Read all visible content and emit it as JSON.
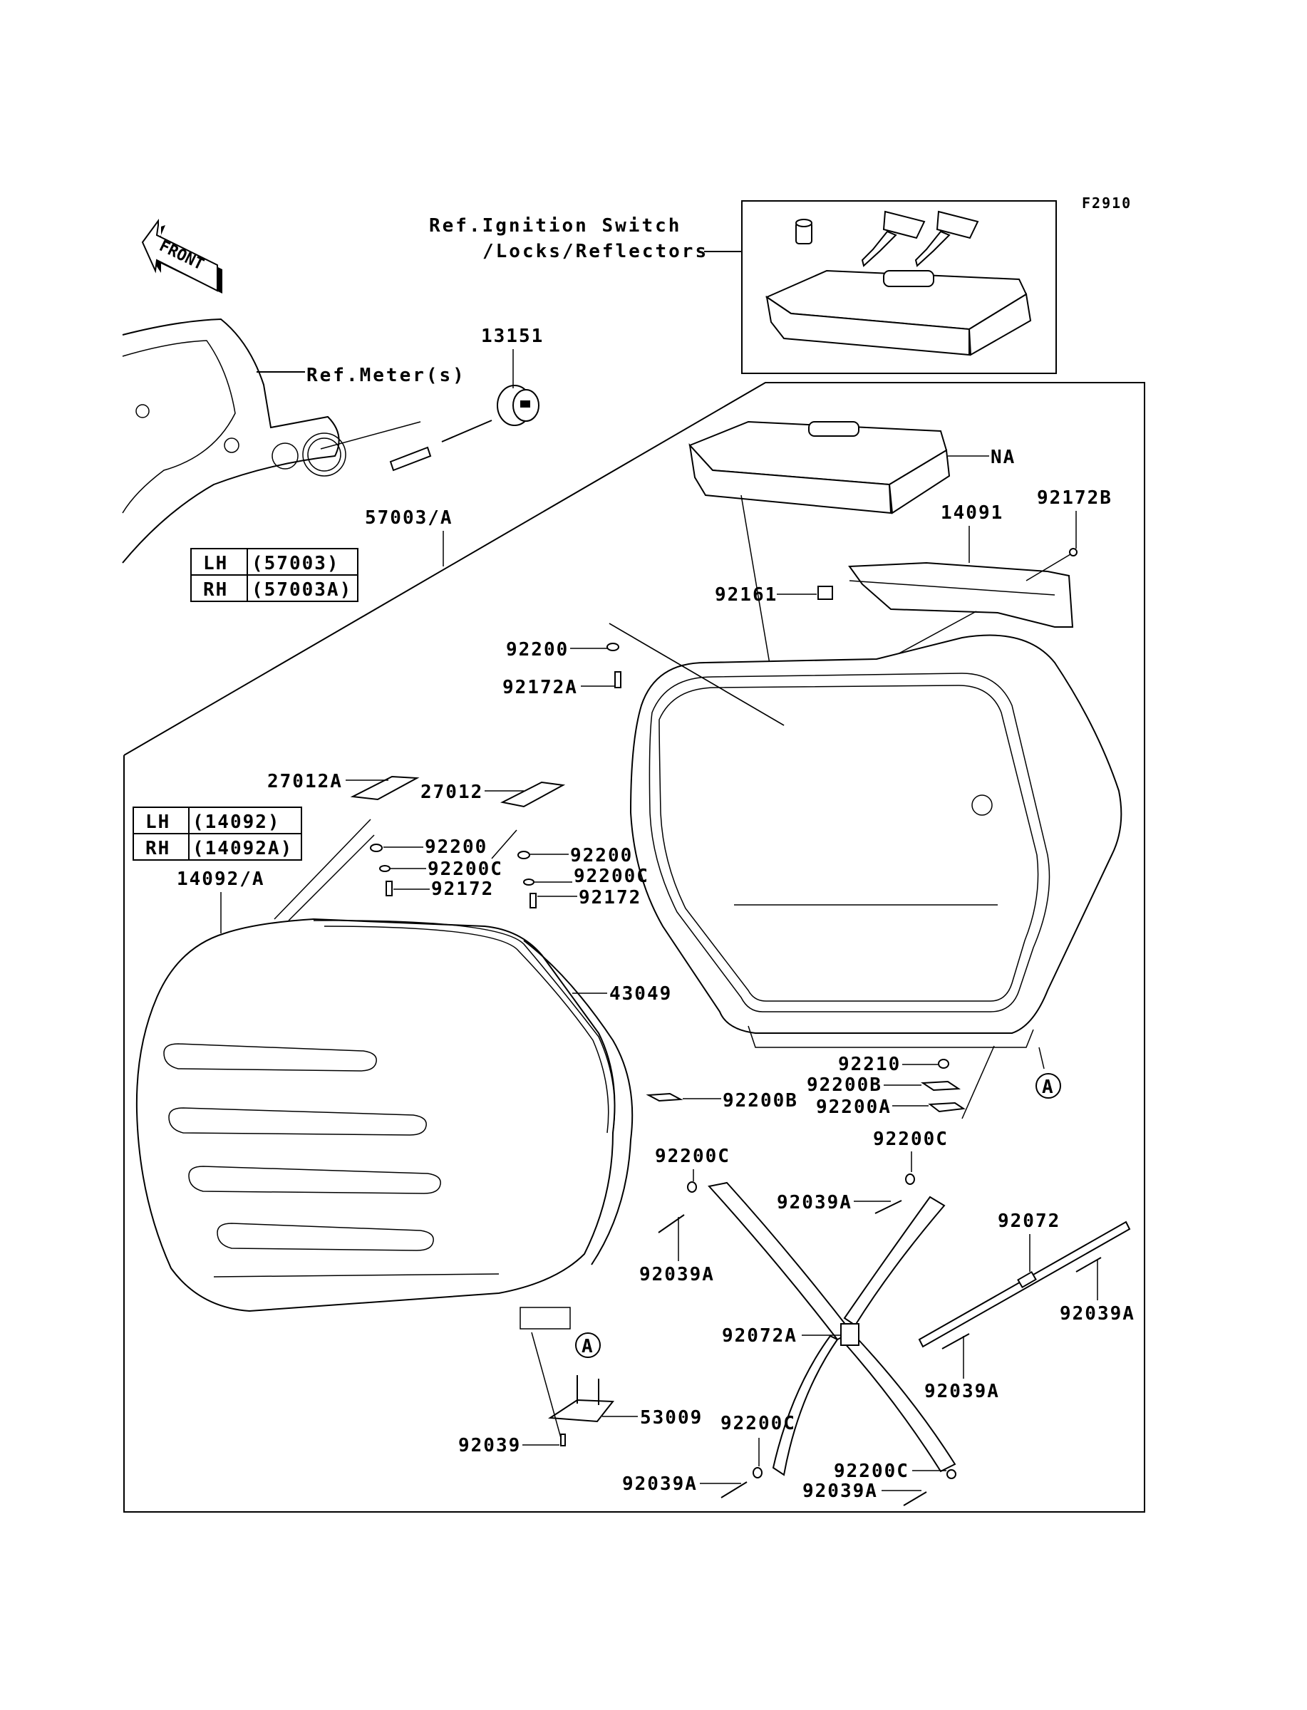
{
  "diagram": {
    "figure_code": "F2910",
    "front_indicator": "FRONT",
    "references": {
      "ignition": [
        "Ref.Ignition Switch",
        "/Locks/Reflectors"
      ],
      "meter": "Ref.Meter(s)"
    },
    "tables": {
      "pocket": {
        "rows": [
          {
            "side": "LH",
            "part": "(57003)"
          },
          {
            "side": "RH",
            "part": "(57003A)"
          }
        ]
      },
      "cover": {
        "rows": [
          {
            "side": "LH",
            "part": "(14092)"
          },
          {
            "side": "RH",
            "part": "(14092A)"
          }
        ]
      }
    },
    "callouts": {
      "p13151": "13151",
      "p57003A": "57003/A",
      "pNA": "NA",
      "p14091": "14091",
      "p92172B": "92172B",
      "p92161": "92161",
      "p92200_top": "92200",
      "p92172A": "92172A",
      "p27012A": "27012A",
      "p27012": "27012",
      "p92200_l": "92200",
      "p92200C_l": "92200C",
      "p92172_l": "92172",
      "p92200_r": "92200",
      "p92200C_r": "92200C",
      "p92172_r": "92172",
      "p14092A": "14092/A",
      "p43049": "43049",
      "p92210": "92210",
      "p92200B_r": "92200B",
      "p92200A": "92200A",
      "p92200B_l": "92200B",
      "p92200C_m1": "92200C",
      "p92200C_m2": "92200C",
      "p92039A_1": "92039A",
      "p92039A_2": "92039A",
      "p92072": "92072",
      "p92039A_3": "92039A",
      "p92072A": "92072A",
      "p92039A_4": "92039A",
      "p53009": "53009",
      "p92039": "92039",
      "p92200C_b1": "92200C",
      "p92039A_5": "92039A",
      "p92200C_b2": "92200C",
      "p92039A_6": "92039A"
    },
    "markers": {
      "connector_a1": "A",
      "connector_a2": "A"
    }
  }
}
